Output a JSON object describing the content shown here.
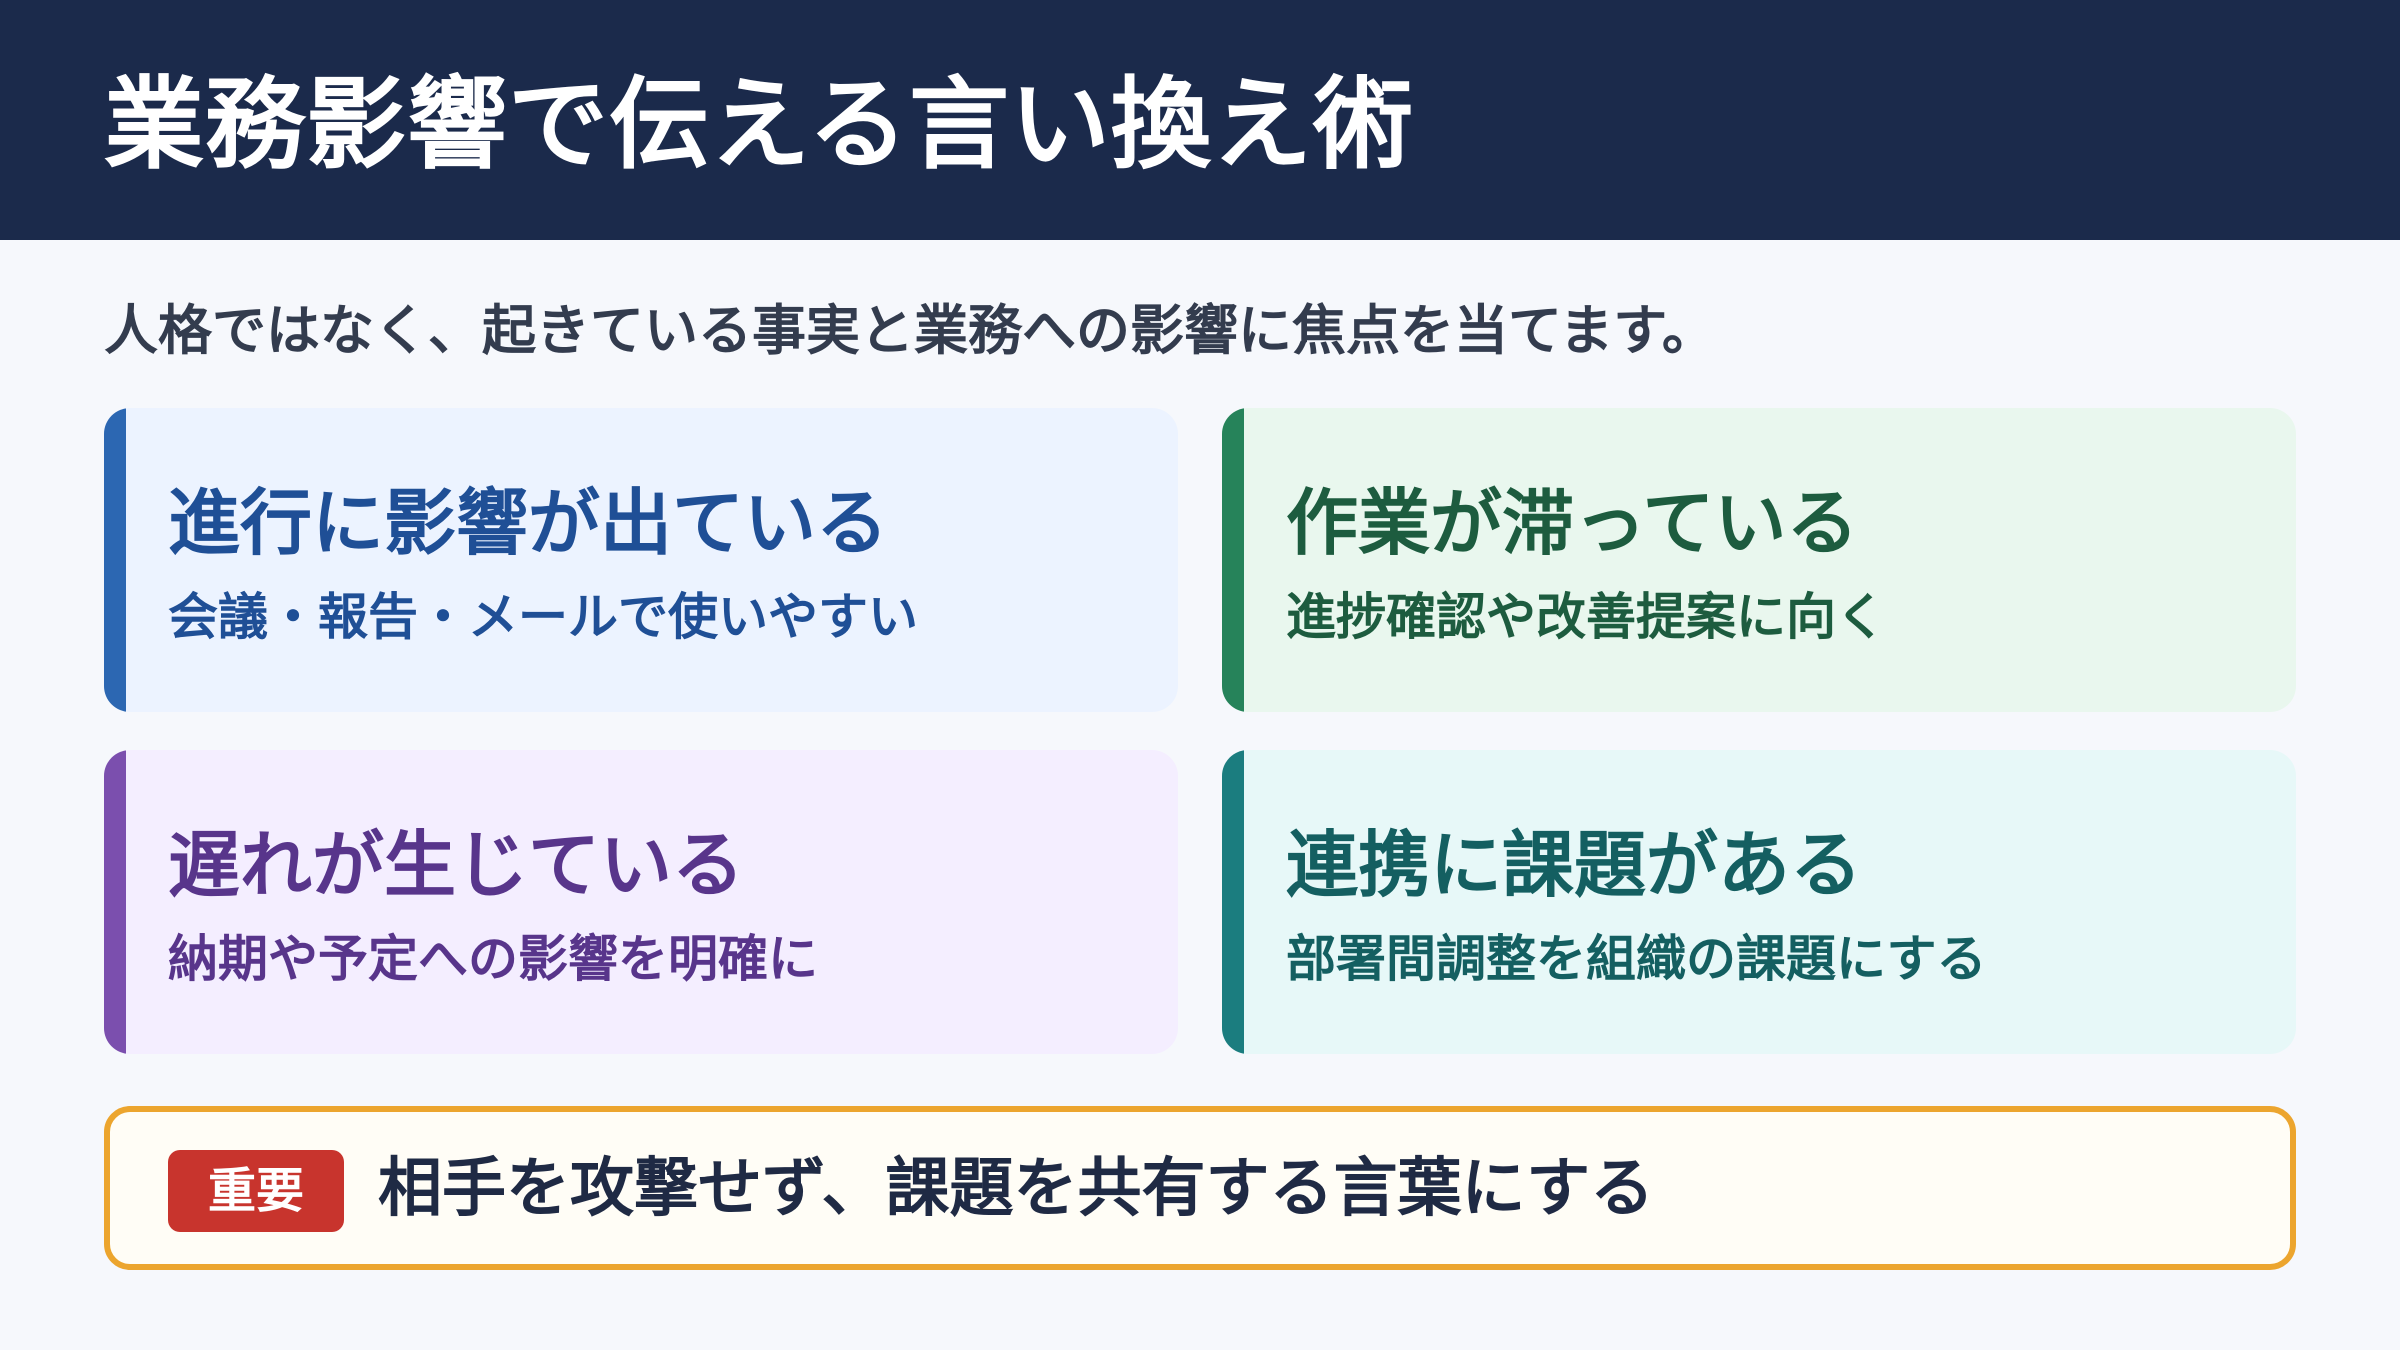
{
  "header": {
    "title": "業務影響で伝える言い換え術"
  },
  "subtitle": "人格ではなく、起きている事実と業務への影響に焦点を当てます。",
  "cards": [
    {
      "heading": "進行に影響が出ている",
      "description": "会議・報告・メールで使いやすい",
      "accent_color": "#2c67b2"
    },
    {
      "heading": "作業が滞っている",
      "description": "進捗確認や改善提案に向く",
      "accent_color": "#26835a"
    },
    {
      "heading": "遅れが生じている",
      "description": "納期や予定への影響を明確に",
      "accent_color": "#7b4fae"
    },
    {
      "heading": "連携に課題がある",
      "description": "部署間調整を組織の課題にする",
      "accent_color": "#1b7d7f"
    }
  ],
  "notice": {
    "badge": "重要",
    "text": "相手を攻撃せず、課題を共有する言葉にする",
    "border_color": "#eca52e",
    "badge_color": "#c8342d"
  },
  "colors": {
    "header_background": "#1b2a4b",
    "page_background": "#f6f8fc"
  }
}
